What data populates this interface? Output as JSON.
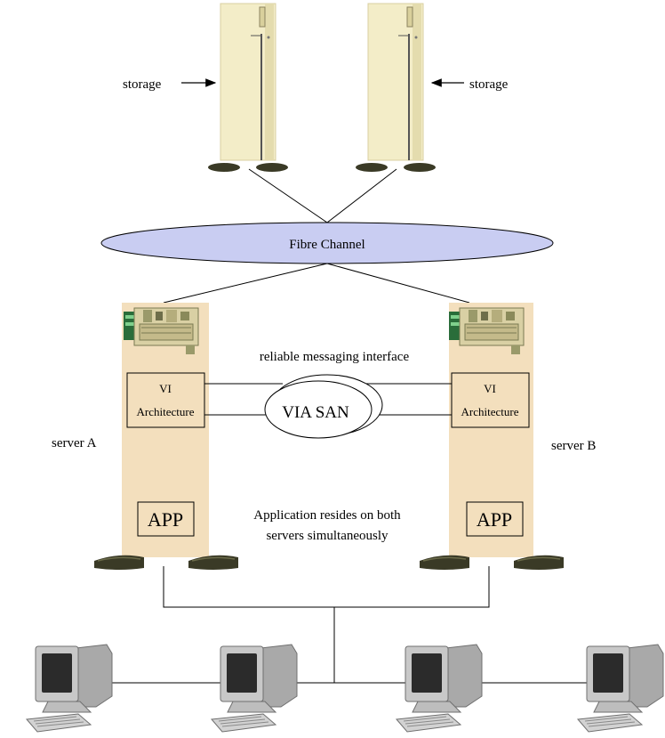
{
  "storage_left_label": "storage",
  "storage_right_label": "storage",
  "fibre_channel_label": "Fibre Channel",
  "reliable_messaging_label": "reliable messaging interface",
  "via_san_label": "VIA SAN",
  "server_a": {
    "label": "server A",
    "vi_line1": "VI",
    "vi_line2": "Architecture",
    "app_label": "APP"
  },
  "server_b": {
    "label": "server B",
    "vi_line1": "VI",
    "vi_line2": "Architecture",
    "app_label": "APP"
  },
  "application_note_line1": "Application resides on both",
  "application_note_line2": "servers simultaneously",
  "colors": {
    "storage_body": "#f3edc8",
    "server_body": "#f3dfbd",
    "fibre_channel_fill": "#c9cdf2",
    "base_dark": "#3a3a26",
    "monitor_gray": "#b5b5b5"
  }
}
